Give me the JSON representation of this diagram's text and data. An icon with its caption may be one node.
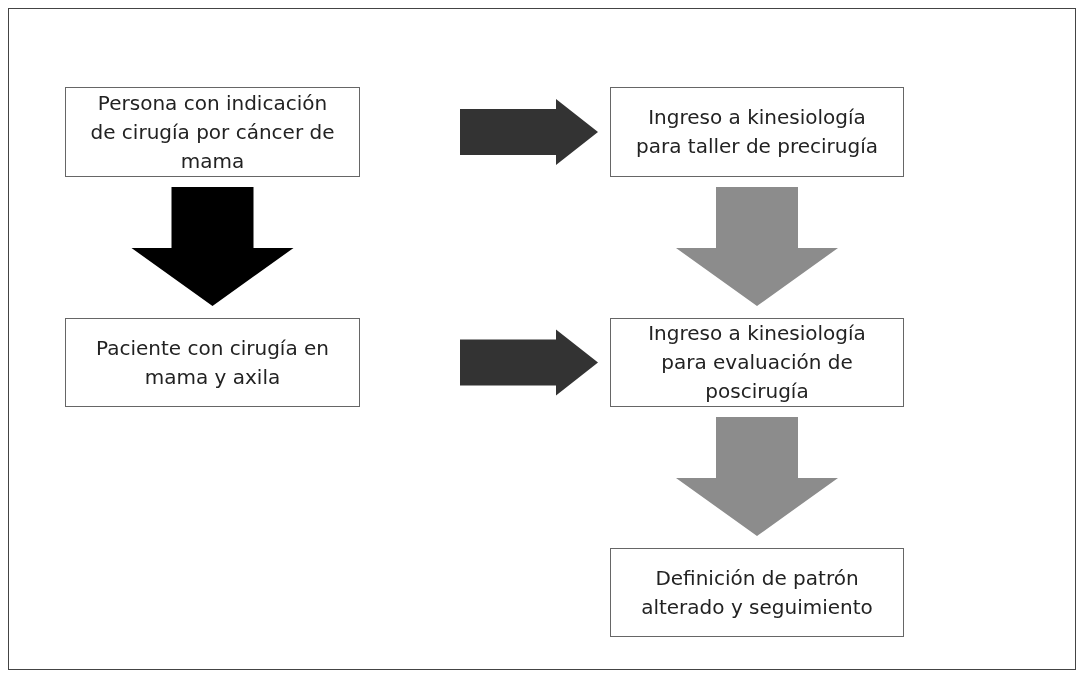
{
  "diagram": {
    "nodes": [
      {
        "text": [
          "Persona con indicación de cirugía por cáncer de mama"
        ]
      },
      {
        "text": [
          "Ingreso a kinesiología para taller de precirugía"
        ]
      },
      {
        "text": [
          "Paciente con cirugía en mama y axila"
        ]
      },
      {
        "text": [
          "Ingreso a kinesiología para evaluación de poscirugía"
        ]
      },
      {
        "text": [
          "Definición de patrón alterado y seguimiento"
        ]
      }
    ],
    "edges": [
      {
        "from": 0,
        "to": 1,
        "arrow": "to",
        "color": "#333333"
      },
      {
        "from": 0,
        "to": 2,
        "arrow": "to",
        "color": "#000000"
      },
      {
        "from": 1,
        "to": 3,
        "arrow": "to",
        "color": "#8c8c8c"
      },
      {
        "from": 2,
        "to": 3,
        "arrow": "to",
        "color": "#333333"
      },
      {
        "from": 3,
        "to": 4,
        "arrow": "to",
        "color": "#8c8c8c"
      }
    ]
  }
}
